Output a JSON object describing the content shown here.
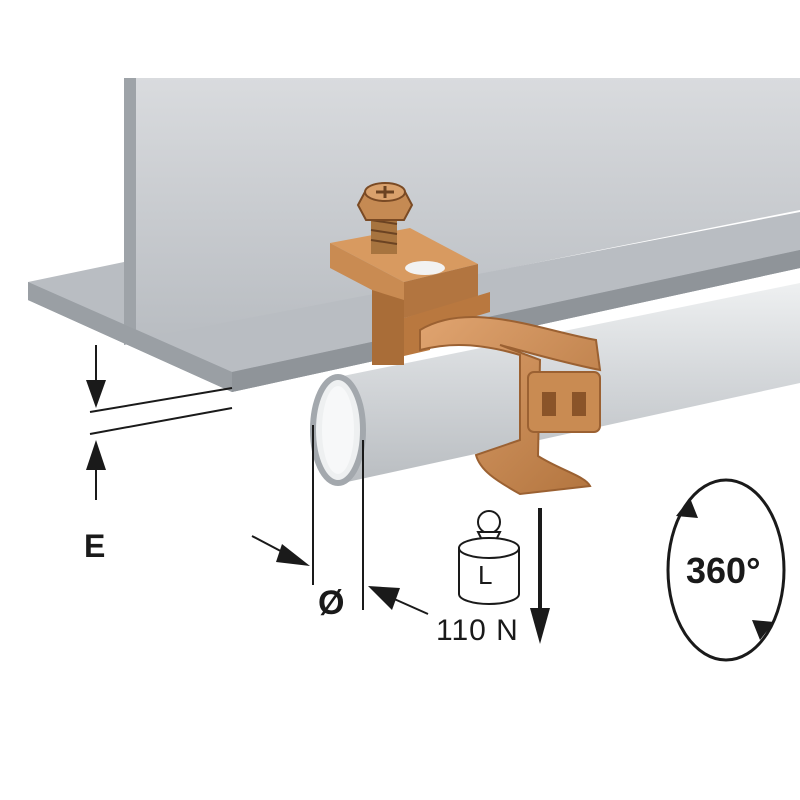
{
  "labels": {
    "flange_thickness": "E",
    "pipe_diameter": "Ø",
    "load_weight": "L",
    "load_value": "110 N",
    "rotation": "360°"
  },
  "colors": {
    "beam_web": "#c9ccd0",
    "beam_flange": "#a9adb2",
    "clip_bronze": "#c98b52",
    "pipe": "#d7dadd",
    "line": "#1a1a1a"
  }
}
